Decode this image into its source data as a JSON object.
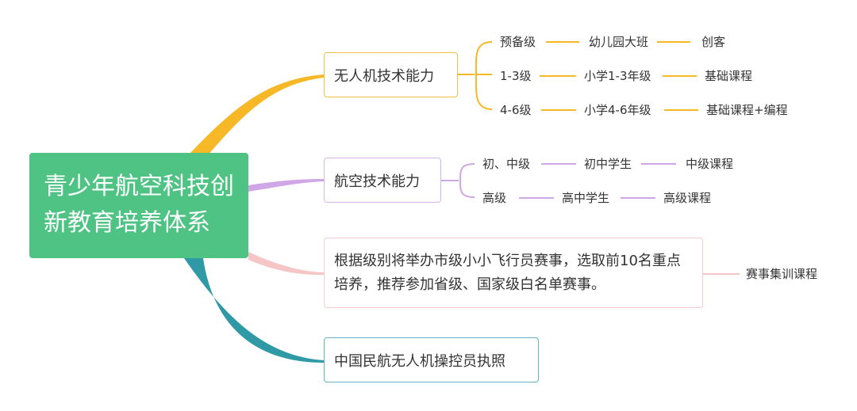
{
  "root": {
    "line1": "青少年航空科技创",
    "line2": "新教育培养体系"
  },
  "branches": [
    {
      "label": "无人机技术能力",
      "color": "#f7b828",
      "rows": [
        [
          "预备级",
          "幼儿园大班",
          "创客"
        ],
        [
          "1-3级",
          "小学1-3年级",
          "基础课程"
        ],
        [
          "4-6级",
          "小学4-6年级",
          "基础课程+编程"
        ]
      ]
    },
    {
      "label": "航空技术能力",
      "color": "#cfa6e6",
      "rows": [
        [
          "初、中级",
          "初中学生",
          "中级课程"
        ],
        [
          "高级",
          "高中学生",
          "高级课程"
        ]
      ]
    },
    {
      "label": "根据级别将举办市级小小飞行员赛事，选取前10名重点培养，推荐参加省级、国家级白名单赛事。",
      "color": "#f6c6c6",
      "child": "赛事集训课程"
    },
    {
      "label": "中国民航无人机操控员执照",
      "color": "#2f9aa6"
    }
  ],
  "colors": {
    "root": "#4ec384"
  }
}
